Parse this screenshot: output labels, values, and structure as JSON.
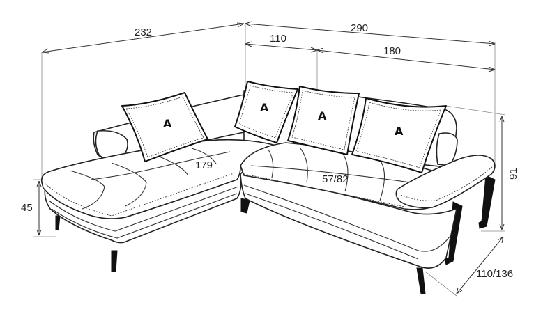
{
  "dimensions": {
    "total_left_width": "232",
    "total_right_width": "290",
    "corner_section": "110",
    "right_section": "180",
    "seat_depth_left": "179",
    "seat_depth_right": "57/82",
    "seat_height": "45",
    "total_height": "91",
    "depth": "110/136"
  },
  "pillows": [
    {
      "label": "A"
    },
    {
      "label": "A"
    },
    {
      "label": "A"
    },
    {
      "label": "A"
    }
  ]
}
